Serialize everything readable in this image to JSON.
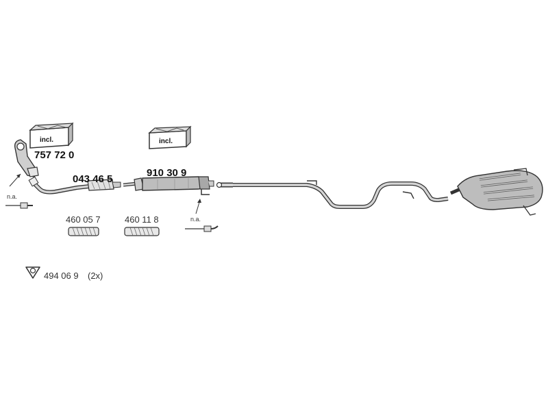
{
  "parts": {
    "catalytic_converter": {
      "number": "757 72 0",
      "box_label": "incl."
    },
    "front_pipe": {
      "number": "043 46 5"
    },
    "front_silencer": {
      "number": "910 30 9",
      "box_label": "incl."
    },
    "flex_pipe_1": {
      "number": "460 05 7"
    },
    "flex_pipe_2": {
      "number": "460 11 8"
    },
    "gasket": {
      "number": "494 06 9",
      "quantity": "(2x)"
    }
  },
  "sensors": {
    "sensor_1": {
      "label": "n.a."
    },
    "sensor_2": {
      "label": "n.a."
    }
  },
  "colors": {
    "line": "#333333",
    "pipe_fill": "#d4d4d4",
    "silencer_fill": "#bdbdbd"
  }
}
